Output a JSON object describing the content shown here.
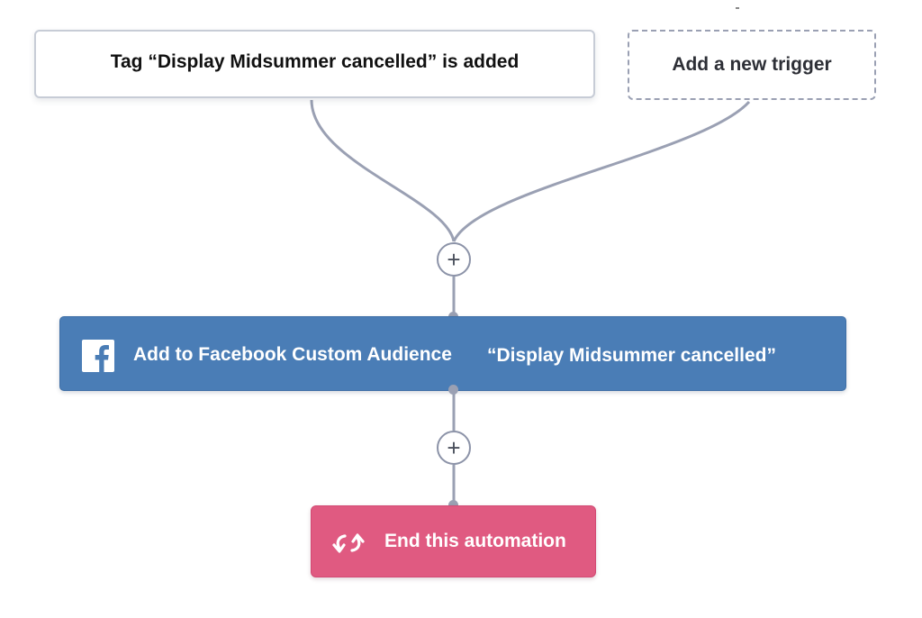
{
  "trigger": {
    "label": "Tag “Display Midsummer cancelled” is added"
  },
  "new_trigger": {
    "label": "Add a new trigger"
  },
  "add_step_buttons": [
    {
      "symbol": "+"
    },
    {
      "symbol": "+"
    }
  ],
  "action": {
    "icon": "facebook-icon",
    "label": "Add to Facebook Custom Audience",
    "value": "“Display Midsummer cancelled”"
  },
  "end": {
    "icon": "refresh-icon",
    "label": "End this automation"
  },
  "colors": {
    "action_blue": "#4a7db6",
    "end_pink": "#e05a81",
    "connector_gray": "#9aa0b3"
  }
}
